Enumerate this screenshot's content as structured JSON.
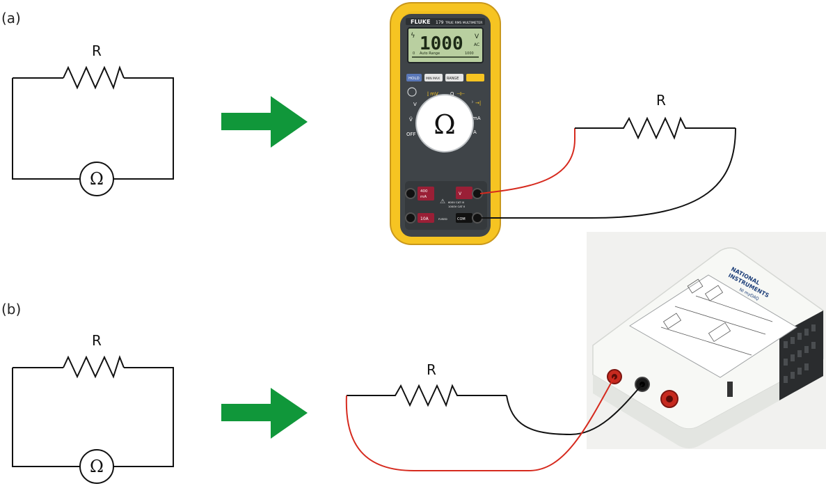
{
  "panels": {
    "a": {
      "label": "(a)",
      "schematic": {
        "resistor_label": "R",
        "meter_symbol": "Ω"
      },
      "multimeter": {
        "brand": "FLUKE",
        "model": "179",
        "subtitle": "TRUE RMS MULTIMETER",
        "display_value": "1000",
        "display_unit_top": "V",
        "display_unit_bottom": "AC",
        "bargraph_left": "0",
        "bargraph_mode": "Auto Range",
        "bargraph_right": "1000",
        "buttons": [
          "HOLD",
          "MIN MAX",
          "RANGE"
        ],
        "dial_symbol": "Ω",
        "dial_off": "OFF",
        "jack_400": "400",
        "jack_400_unit": "mA",
        "jack_10a": "10A",
        "jack_com": "COM",
        "jack_v": "V",
        "cat_text_1": "600V CAT III",
        "cat_text_2": "1000V CAT II",
        "fused": "FUSED"
      },
      "circuit": {
        "resistor_label": "R"
      }
    },
    "b": {
      "label": "(b)",
      "schematic": {
        "resistor_label": "R",
        "meter_symbol": "Ω"
      },
      "circuit": {
        "resistor_label": "R"
      },
      "daq": {
        "brand_line1": "NATIONAL",
        "brand_line2": "INSTRUMENTS",
        "model": "NI myDAQ"
      }
    }
  },
  "colors": {
    "arrow": "#10973a",
    "red_wire": "#d62a1e",
    "black_wire": "#111111",
    "multimeter_case": "#f6c422",
    "multimeter_body": "#3f4448",
    "lcd": "#b9cfa0",
    "daq_body": "#f4f5f2"
  }
}
